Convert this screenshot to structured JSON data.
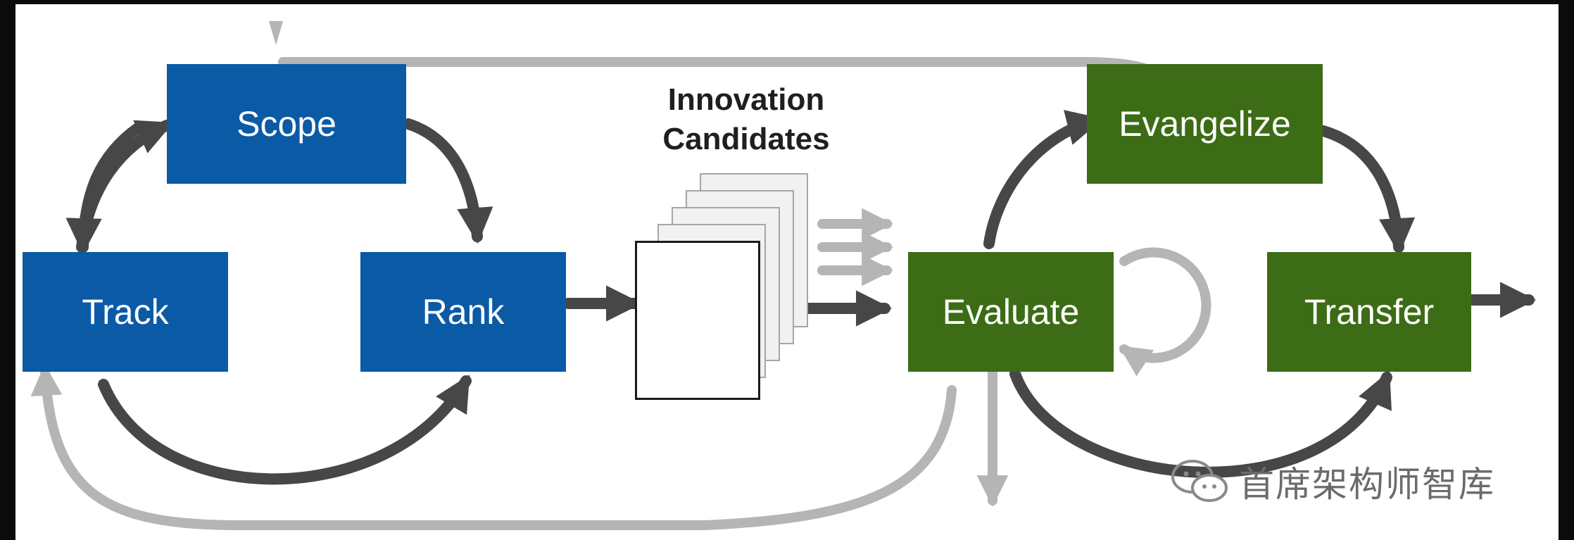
{
  "boxes": {
    "scope": "Scope",
    "track": "Track",
    "rank": "Rank",
    "evaluate": "Evaluate",
    "evangelize": "Evangelize",
    "transfer": "Transfer"
  },
  "header": {
    "line1": "Innovation",
    "line2": "Candidates"
  },
  "watermark": "首席架构师智库",
  "colors": {
    "blue_box": "#0b5aa6",
    "green_box": "#3c6c15",
    "dark_arrow": "#474747",
    "light_arrow": "#b5b5b5"
  }
}
